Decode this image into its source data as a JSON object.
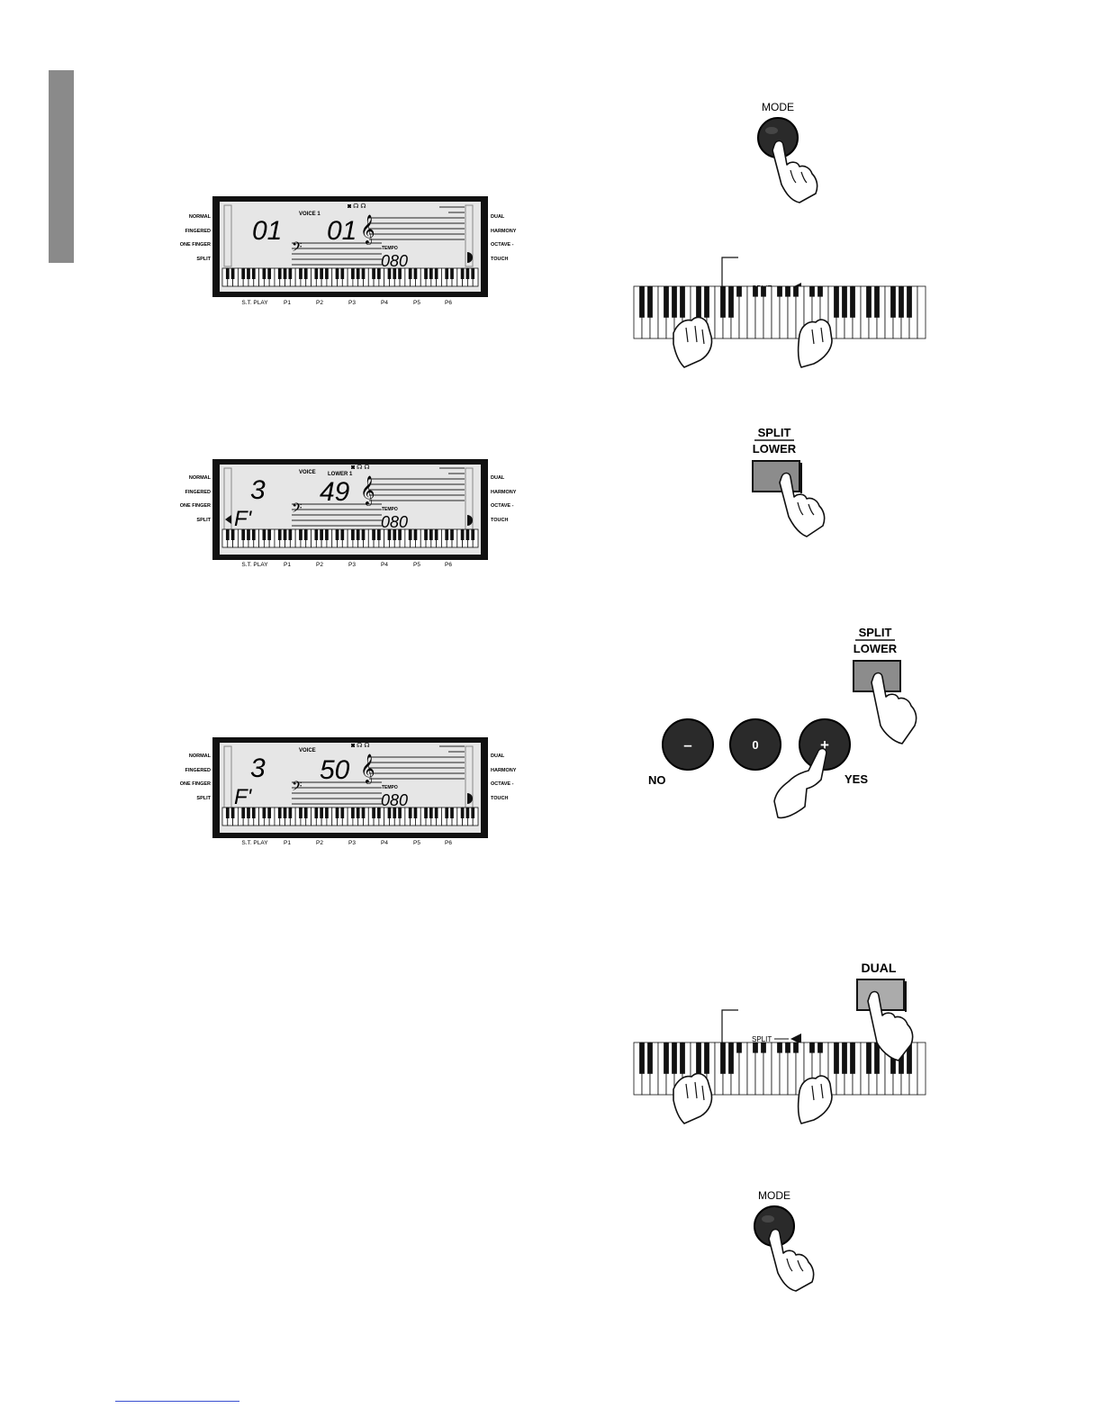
{
  "lcd_panels": [
    {
      "voice_label": "VOICE 1",
      "lower_label": "",
      "left_digits": "01",
      "chord": "",
      "voice_number": "01",
      "tempo_label": "TEMPO",
      "tempo": "080",
      "left_modes": [
        "NORMAL",
        "FINGERED",
        "ONE FINGER",
        "SPLIT"
      ],
      "right_modes": [
        "DUAL",
        "HARMONY",
        "OCTAVE -",
        "TOUCH"
      ],
      "bottom_labels": [
        "S.T. PLAY",
        "P1",
        "P2",
        "P3",
        "P4",
        "P5",
        "P6"
      ],
      "split_indicator_on": false
    },
    {
      "voice_label": "VOICE",
      "lower_label": "LOWER 1",
      "left_digits": "3",
      "chord": "F'",
      "voice_number": "49",
      "tempo_label": "TEMPO",
      "tempo": "080",
      "left_modes": [
        "NORMAL",
        "FINGERED",
        "ONE FINGER",
        "SPLIT"
      ],
      "right_modes": [
        "DUAL",
        "HARMONY",
        "OCTAVE -",
        "TOUCH"
      ],
      "bottom_labels": [
        "S.T. PLAY",
        "P1",
        "P2",
        "P3",
        "P4",
        "P5",
        "P6"
      ],
      "split_indicator_on": true
    },
    {
      "voice_label": "VOICE",
      "lower_label": "",
      "left_digits": "3",
      "chord": "F'",
      "voice_number": "50",
      "tempo_label": "TEMPO",
      "tempo": "080",
      "left_modes": [
        "NORMAL",
        "FINGERED",
        "ONE FINGER",
        "SPLIT"
      ],
      "right_modes": [
        "DUAL",
        "HARMONY",
        "OCTAVE -",
        "TOUCH"
      ],
      "bottom_labels": [
        "S.T. PLAY",
        "P1",
        "P2",
        "P3",
        "P4",
        "P5",
        "P6"
      ],
      "split_indicator_on": false
    }
  ],
  "illustrations": {
    "mode_button_label": "MODE",
    "split_marker_label": "SPLIT",
    "split_lower_button": {
      "top": "SPLIT",
      "bottom": "LOWER"
    },
    "value_buttons": {
      "minus": "–",
      "zero": "0",
      "plus": "+",
      "no_label": "NO",
      "yes_label": "YES"
    },
    "dual_button_label": "DUAL"
  },
  "colors": {
    "lcd_frame": "#111111",
    "lcd_screen": "#e6e6e6",
    "button_dark": "#2a2a2a",
    "button_grey": "#8c8c8c",
    "side_tab": "#8a8a8a",
    "footer_rule": "#3a4fd0"
  }
}
